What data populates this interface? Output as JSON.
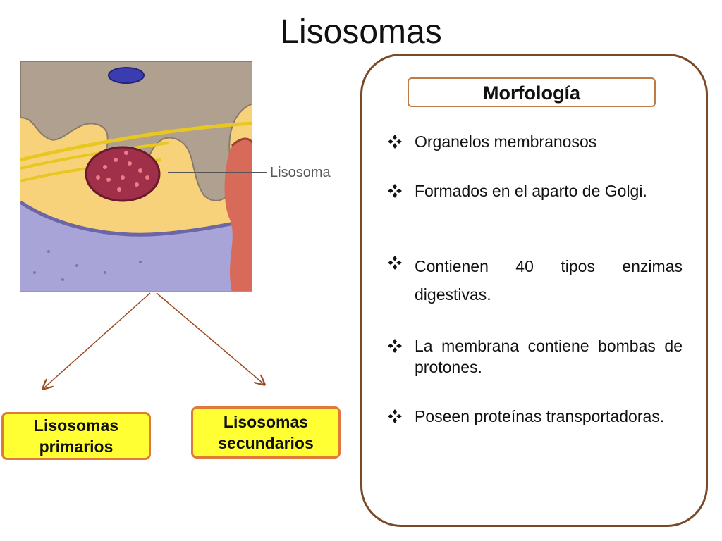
{
  "title": "Lisosomas",
  "illustration": {
    "label": "Lisosoma"
  },
  "types": {
    "primary": [
      "Lisosomas",
      "primarios"
    ],
    "secondary": [
      "Lisosomas",
      "secundarios"
    ]
  },
  "panel": {
    "heading": "Morfología",
    "bullets": [
      "Organelos membranosos",
      "Formados en el aparto de Golgi.",
      "Contienen 40 tipos enzimas digestivas.",
      "La membrana contiene bombas de protones.",
      "Poseen proteínas transportadoras."
    ],
    "bullet_icon": "four-diamond-bullet-icon"
  },
  "colors": {
    "box_fill": "#ffff33",
    "box_border": "#e07a3a",
    "panel_border": "#7a4a28",
    "arrow": "#9a4a20"
  }
}
